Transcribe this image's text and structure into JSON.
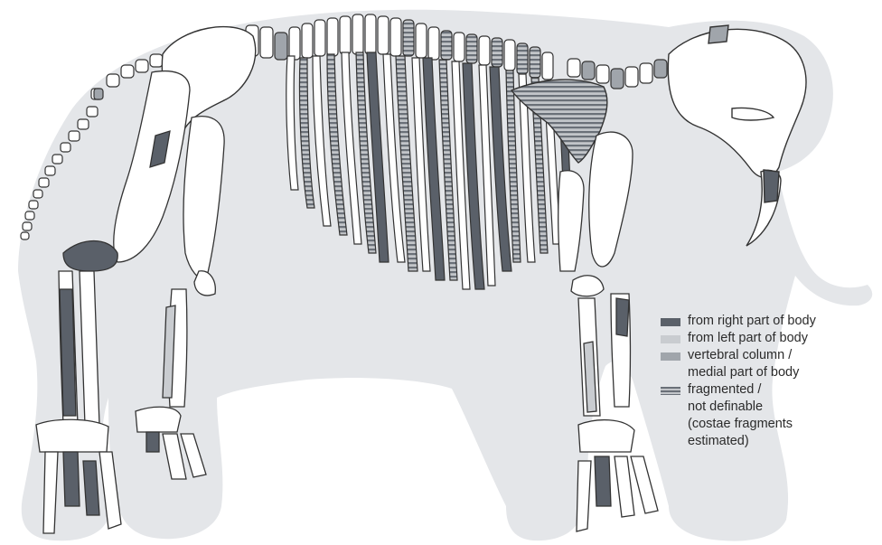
{
  "legend": {
    "items": [
      {
        "key": "right",
        "label": "from right part of body",
        "color": "#5a6069"
      },
      {
        "key": "left",
        "label": "from left part of body",
        "color": "#c9ccd0"
      },
      {
        "key": "vertebral",
        "label": "vertebral column /\nmedial part of body",
        "color": "#a0a5ab"
      },
      {
        "key": "fragmented",
        "label": "fragmented /\nnot definable\n(costae fragments\nestimated)",
        "color": "#6a7078"
      }
    ]
  },
  "colors": {
    "silhouette": "#e4e6e9",
    "bone_fill": "#ffffff",
    "outline": "#333333"
  }
}
